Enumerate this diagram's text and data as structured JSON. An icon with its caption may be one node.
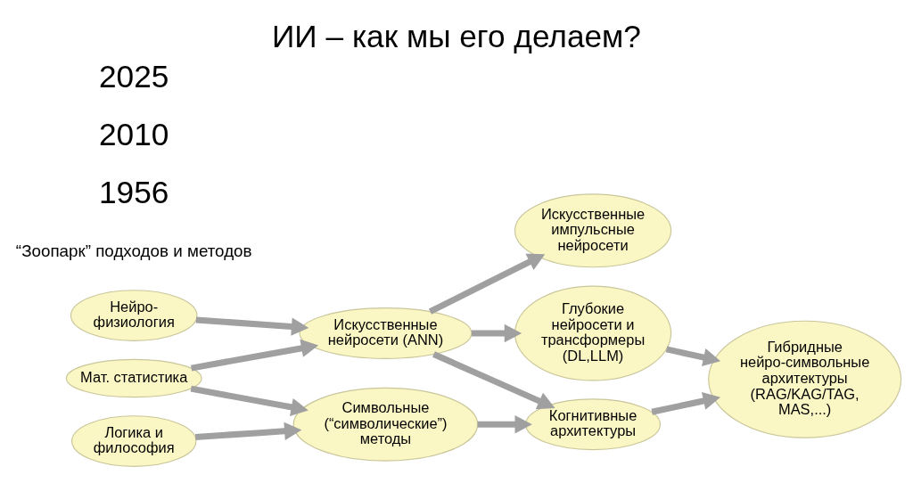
{
  "diagram": {
    "title": "ИИ – как мы его делаем?",
    "nodes": [
      {
        "text": [
          "Нейро- физиология"
        ]
      },
      {
        "text": [
          "Мат. статистика"
        ]
      },
      {
        "text": [
          "Логика и философия"
        ]
      },
      {
        "text": [
          "Искусственные нейросети (ANN)"
        ]
      },
      {
        "text": [
          "Символьные (“символические”) методы"
        ]
      },
      {
        "text": [
          "Искусственные импульсные нейросети"
        ]
      },
      {
        "text": [
          "Глубокие нейросети и трансформеры (DL,LLM)"
        ]
      },
      {
        "text": [
          "Когнитивные архитектуры"
        ]
      },
      {
        "text": [
          "Гибридные нейро-символьные архитектуры (RAG/KAG/TAG, MAS,...)"
        ]
      }
    ],
    "edges": [
      {
        "from": 0,
        "to": 3,
        "arrow": "to"
      },
      {
        "from": 1,
        "to": 3,
        "arrow": "to"
      },
      {
        "from": 1,
        "to": 4,
        "arrow": "to"
      },
      {
        "from": 2,
        "to": 4,
        "arrow": "to"
      },
      {
        "from": 3,
        "to": 5,
        "arrow": "to"
      },
      {
        "from": 3,
        "to": 6,
        "arrow": "to"
      },
      {
        "from": 3,
        "to": 7,
        "arrow": "to"
      },
      {
        "from": 4,
        "to": 7,
        "arrow": "to"
      },
      {
        "from": 6,
        "to": 8,
        "arrow": "to"
      },
      {
        "from": 7,
        "to": 8,
        "arrow": "to"
      }
    ],
    "labels": [
      "“Зоопарк” подходов и методов",
      "1956",
      "2010",
      "2025"
    ]
  }
}
